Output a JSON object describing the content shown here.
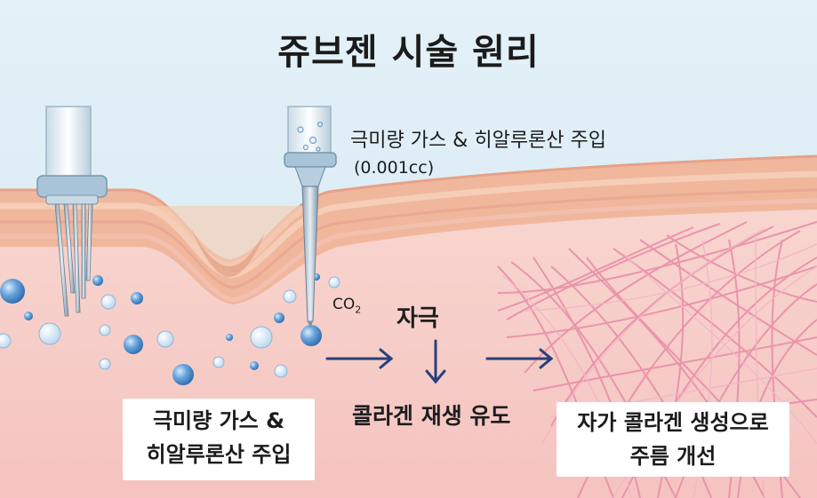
{
  "title": "쥬브젠 시술 원리",
  "labels": {
    "injection_top": "극미량 가스 & 히알루론산 주입",
    "injection_top_amount": "(0.001cc)",
    "co2_main": "CO",
    "co2_sub": "2",
    "stimulus": "자극",
    "induce": "콜라겐 재생 유도"
  },
  "boxes": {
    "left_line1": "극미량 가스 &",
    "left_line2": "히알루론산 주입",
    "right_line1": "자가 콜라겐 생성으로",
    "right_line2": "주름 개선"
  },
  "colors": {
    "sky": "#dfeef6",
    "skin_top": "#f6c7ad",
    "skin_dermis": "#f7d3cc",
    "collagen": "#e88fa8",
    "arrow": "#27407a",
    "bubble": "#4d86c4"
  },
  "icons": [
    "multi-needle-icon",
    "syringe-needle-icon",
    "bubble-icon",
    "arrow-right-icon",
    "arrow-down-icon"
  ]
}
